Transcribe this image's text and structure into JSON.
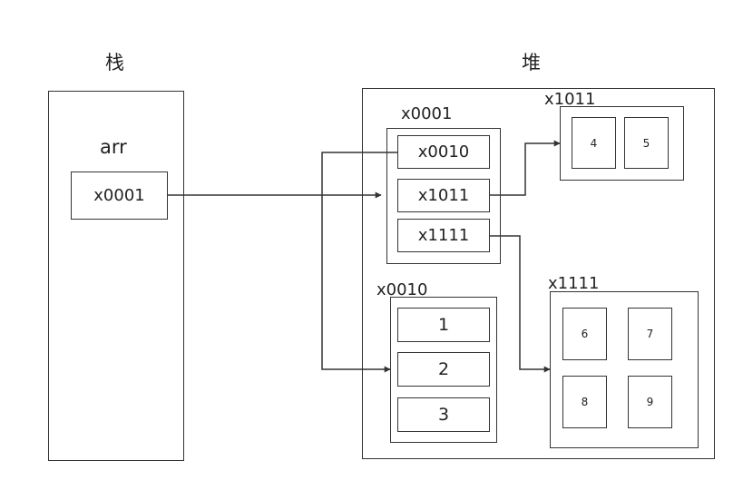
{
  "stack": {
    "heading": "栈",
    "var_name": "arr",
    "ref_value": "x0001"
  },
  "heap": {
    "heading": "堆",
    "outer_array": {
      "address": "x0001",
      "cells": [
        "x0010",
        "x1011",
        "x1111"
      ]
    },
    "array_x1011": {
      "address": "x1011",
      "values": [
        "4",
        "5"
      ]
    },
    "array_x0010": {
      "address": "x0010",
      "values": [
        "1",
        "2",
        "3"
      ]
    },
    "array_x1111": {
      "address": "x1111",
      "values": [
        "6",
        "7",
        "8",
        "9"
      ]
    }
  },
  "colors": {
    "line": "#333333",
    "background": "#ffffff"
  }
}
